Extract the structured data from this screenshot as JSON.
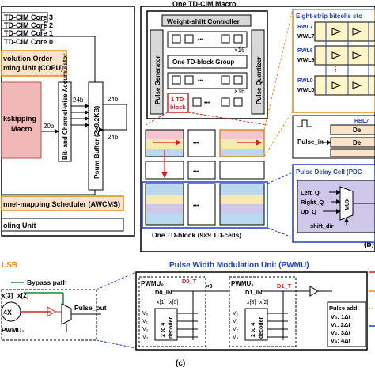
{
  "panel_a": {
    "core_labels": [
      "TD-CIM Core 3",
      "TD-CIM Core 2",
      "TD-CIM Core 1",
      "TD-CIM Core 0"
    ],
    "copu_line1": "volution Order",
    "copu_line2": "ming Unit (COPU)",
    "skip_line1": "kskipping",
    "skip_line2": "Macro",
    "accumulator": "Bit- and Channel-wise Accumulator",
    "psum_buffer": "Psum Buffer (2×9.2KB)",
    "bus_20b": "20b",
    "bus_24b": [
      "24b",
      "24b",
      "24b"
    ],
    "scheduler": "nnel-mapping Scheduler (AWCMS)",
    "pooling": "oling Unit"
  },
  "panel_b": {
    "macro_title": "One TD-CIM Macro",
    "weight_shift": "Weight-shift Controller",
    "pulse_generator": "Pulse Generator",
    "pulse_quantizer": "Pulse Quantizer",
    "td_block_group": "One TD-block Group",
    "x16": [
      "×16",
      "×16"
    ],
    "td_block_line1": "1 TD-",
    "td_block_line2": "block",
    "ellipsis": "•••",
    "grid_caption": "One TD-block (9×9 TD-cells)",
    "panel_label": "(b)",
    "bitcell_title": "Eight-strip bitcells sto",
    "rwl_labels": [
      "RWL7",
      "WWL7",
      "RWL6",
      "WWL6",
      "RWL0",
      "WWL0"
    ],
    "rbl_label": "RBL7",
    "pulse_in": "Pulse_in",
    "del_label": "De",
    "pdc_title": "Pulse Delay Cell (PDC",
    "mux_in": [
      "Left_Q",
      "Right_Q",
      "Up_Q"
    ],
    "mux_label": "MUX",
    "shift_dir": "shift_dir"
  },
  "panel_c": {
    "lsb": "LSB",
    "bypass": "Bypass path",
    "x_labels": [
      "x[3]",
      "x[2]"
    ],
    "mux4": "4X",
    "pwmu1": "PWMU₁",
    "pulse_out": "Pulse_out",
    "pwmu_title": "Pulse Width Modulation Unit (PWMU)",
    "pwmu0": "PWMU₀",
    "d0_in": "D0_IN",
    "d0_t": "D0_T",
    "x9": "×9",
    "pwmu1b": "PWMU₁",
    "d1_in": "D1_IN",
    "d1_t": "D1_T",
    "xin_left": [
      "x[1]",
      "x[0]"
    ],
    "xin_right": [
      "x[3]",
      "x[2]"
    ],
    "v_left": [
      "V₀",
      "V₁",
      "V₂",
      "V₃"
    ],
    "v_right": [
      "V₀",
      "V₁",
      "V₂",
      "V₃"
    ],
    "decoder": [
      "2 to 4",
      "decoder"
    ],
    "pulse_add_title": "Pulse add:",
    "pulse_add": [
      "V₀: 1Δt",
      "V₁: 2Δt",
      "V₂: 3Δt",
      "V₃: 4Δt"
    ],
    "panel_label": "(c)"
  },
  "colors": {
    "orange": "#e08a1e",
    "copu_fill": "#fbe3c8",
    "skip_fill": "#f2b8b8",
    "blue": "#1f3fbf",
    "green": "#1e8a2a",
    "red": "#d62020",
    "bitcell_fill": "#fff6c8",
    "gray": "#d8d8d8",
    "stripe_pink": "#f4c6cf",
    "stripe_yellow": "#f7eab0",
    "stripe_blue": "#bcd7f0",
    "stripe_purple": "#cfc7ea"
  }
}
